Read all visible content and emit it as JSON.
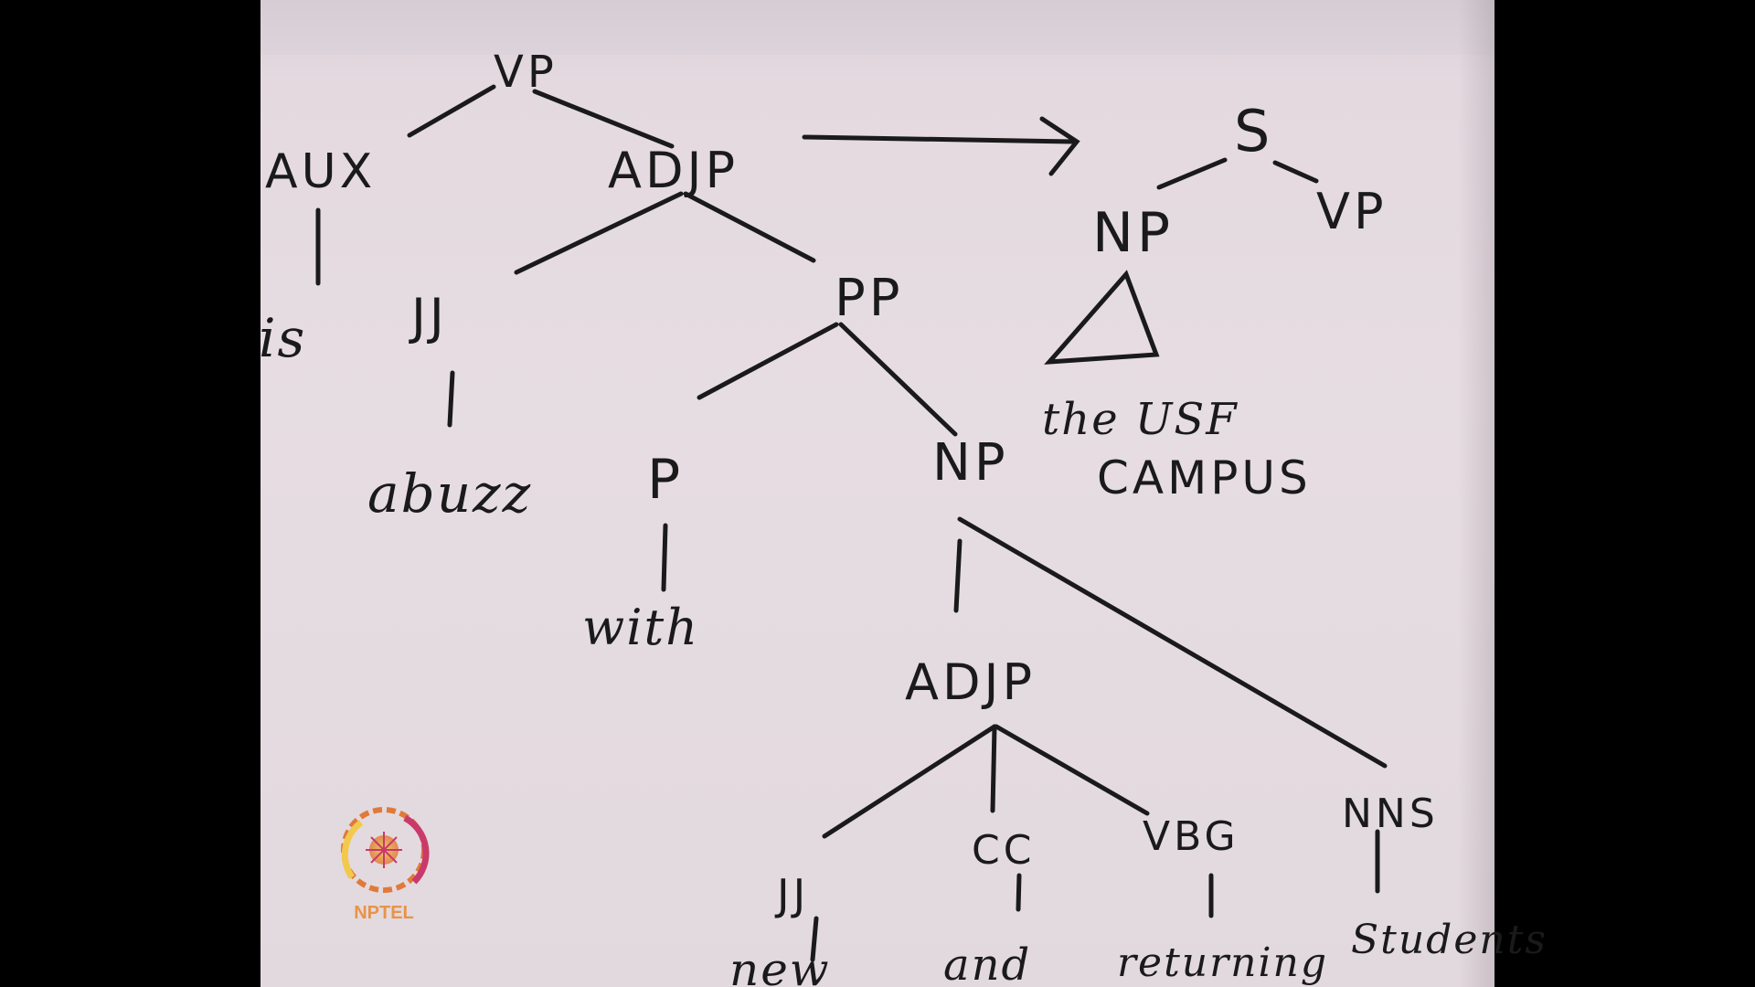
{
  "tree": {
    "root_vp": "VP",
    "aux": "AUX",
    "aux_word": "is",
    "adjp_top": "ADJP",
    "jj_top": "JJ",
    "jj_top_word": "abuzz",
    "pp": "PP",
    "p": "P",
    "p_word": "with",
    "np_main": "NP",
    "adjp_lower": "ADJP",
    "jj_lower": "JJ",
    "jj_lower_word": "new",
    "cc": "CC",
    "cc_word": "and",
    "vbg": "VBG",
    "vbg_word": "returning",
    "nns": "NNS",
    "nns_word": "Students"
  },
  "side_tree": {
    "s": "S",
    "np": "NP",
    "vp": "VP",
    "np_words_line1": "the USF",
    "np_words_line2": "CAMPUS"
  },
  "logo": {
    "icon": "nptel-logo-icon",
    "text": "NPTEL",
    "colors": [
      "#e07a3a",
      "#c93a6a",
      "#f2c94c"
    ]
  }
}
